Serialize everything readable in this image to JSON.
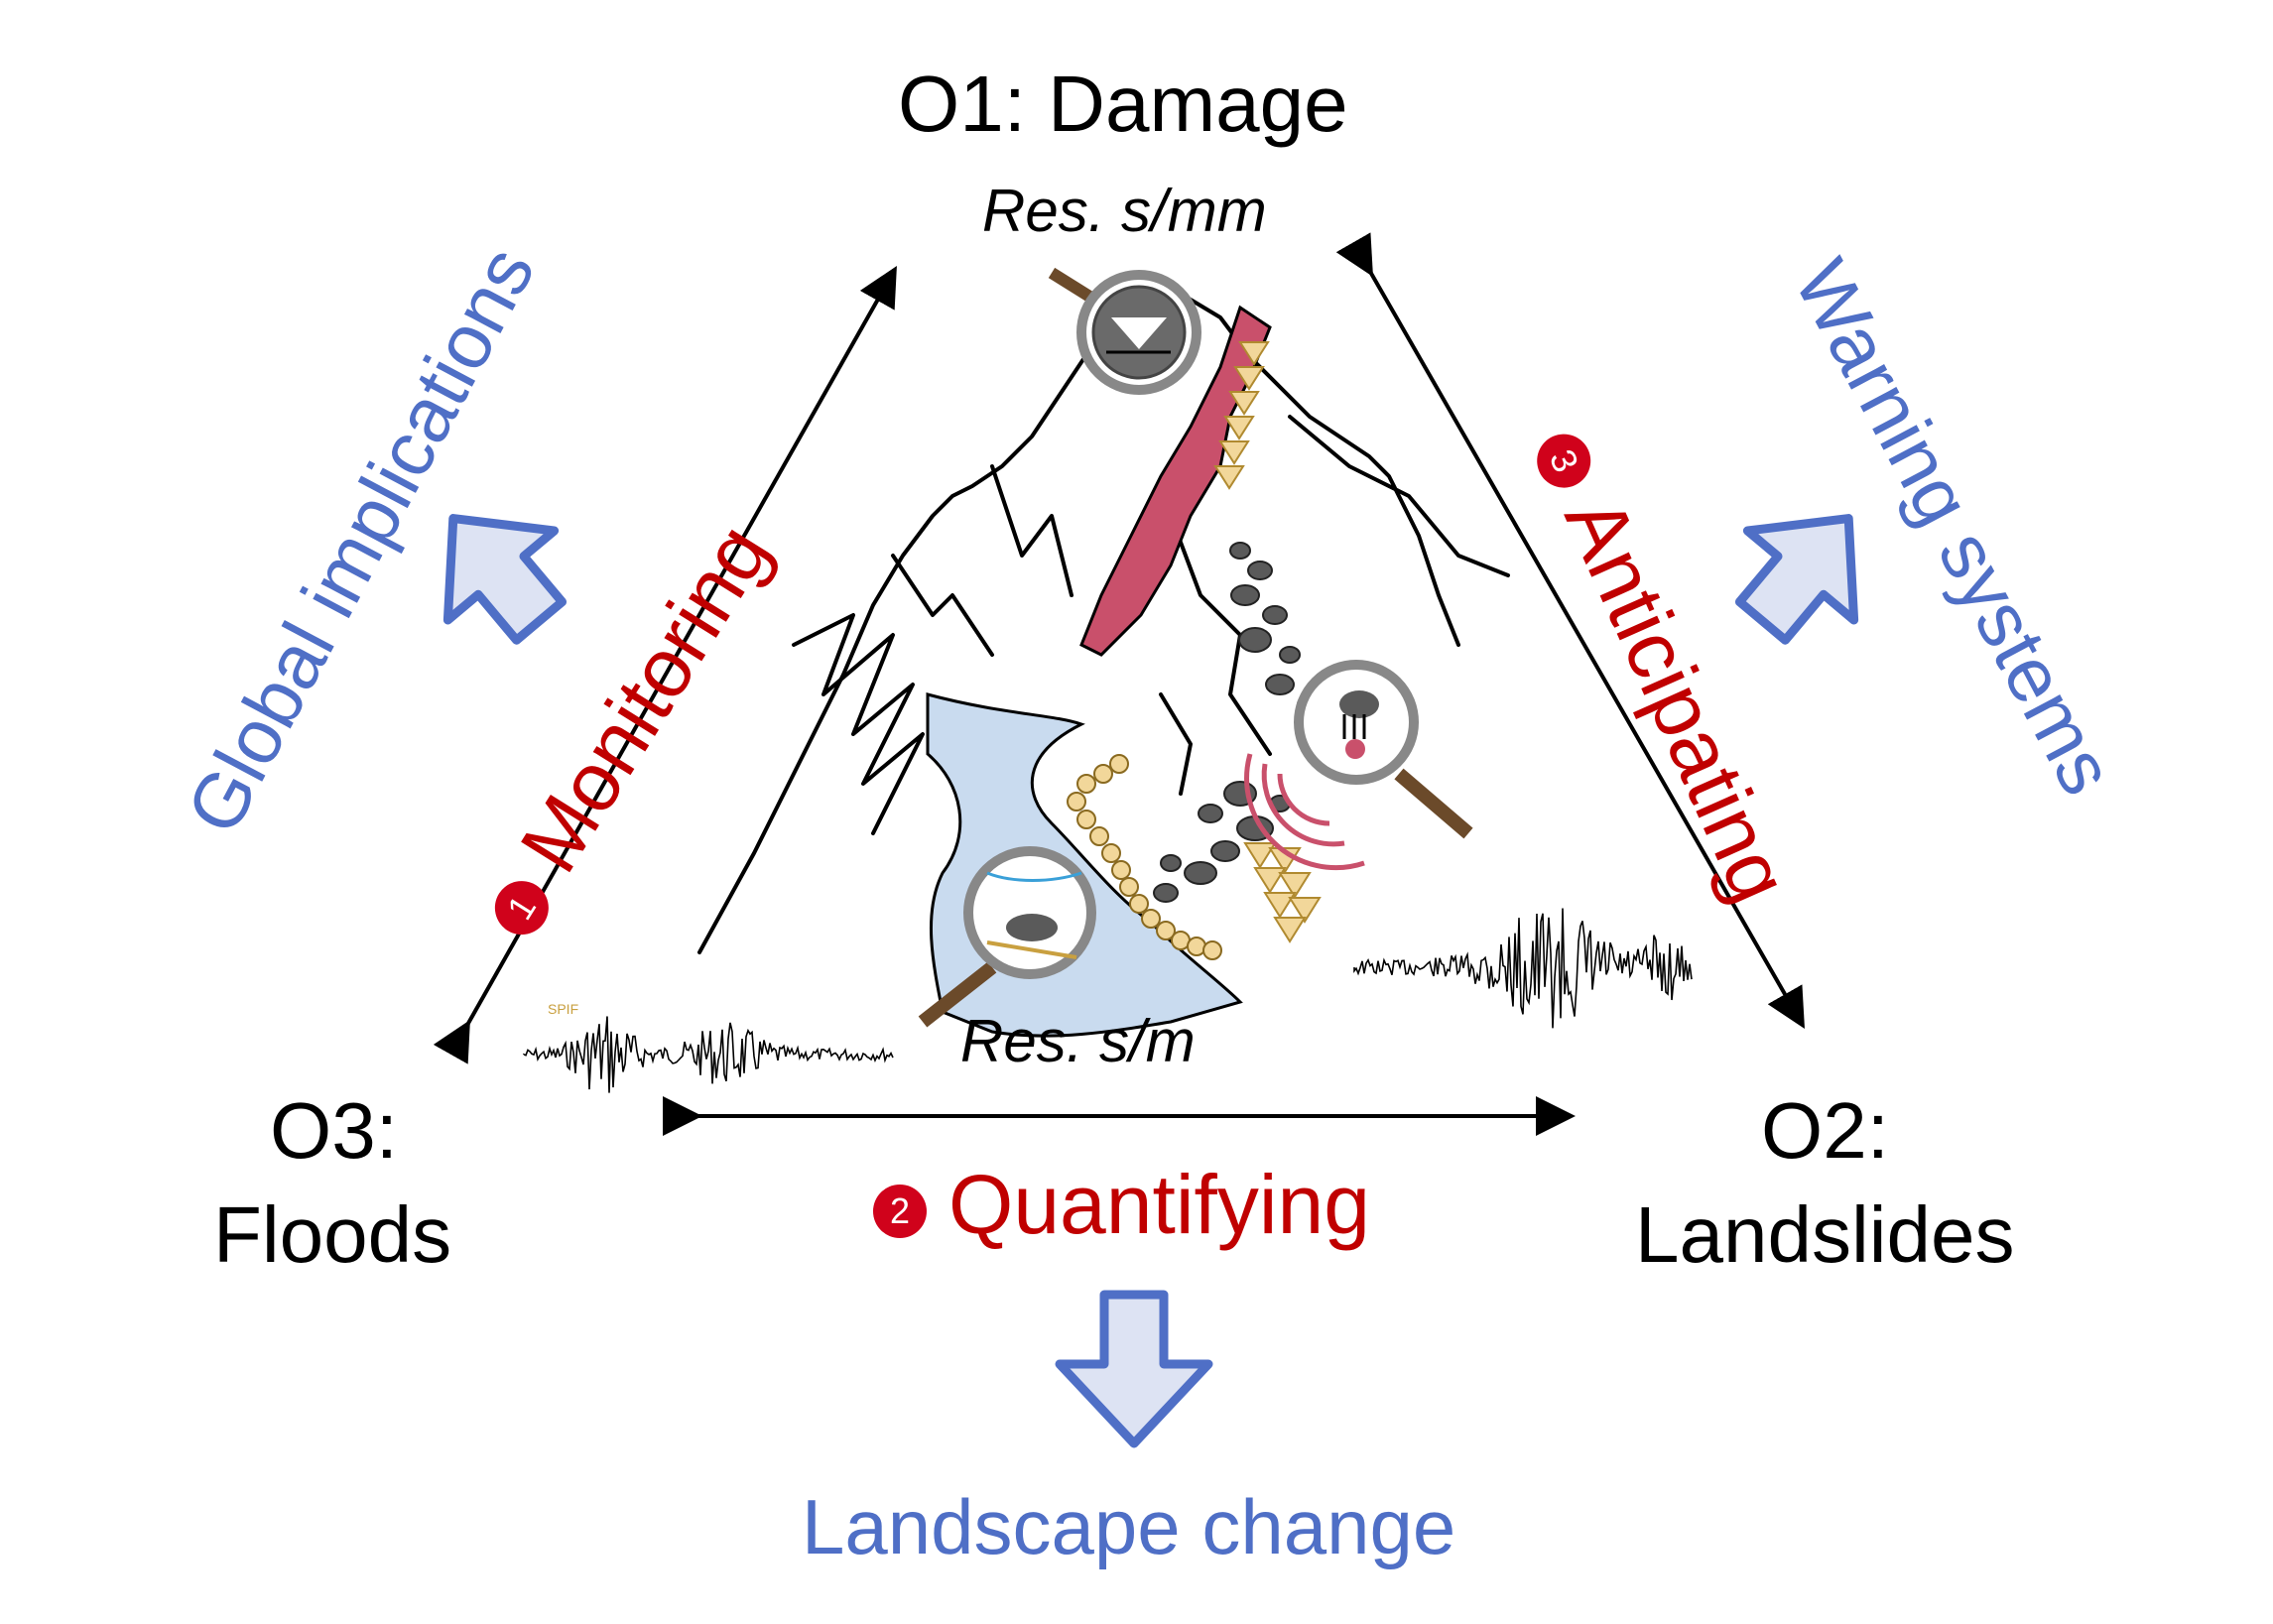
{
  "nodes": {
    "o1": {
      "title": "O1: Damage",
      "resolution": "Res. s/mm"
    },
    "o2": {
      "title_line1": "O2:",
      "title_line2": "Landslides"
    },
    "o3": {
      "title_line1": "O3:",
      "title_line2": "Floods"
    }
  },
  "resolution_bottom": "Res. s/m",
  "steps": [
    {
      "number": "1",
      "label": "Monitoring"
    },
    {
      "number": "2",
      "label": "Quantifying"
    },
    {
      "number": "3",
      "label": "Anticipating"
    }
  ],
  "implications": {
    "left": "Global implications",
    "right": "Warning systems",
    "bottom": "Landscape change"
  },
  "seismogram_tag": "SPIF",
  "colors": {
    "step_red": "#c00000",
    "badge_red": "#d0021b",
    "implication_blue": "#4f6fc6",
    "arrow_fill": "#dde3f3",
    "landslide_red": "#c9506b",
    "river_blue": "#c9dbef",
    "sensor_yellow": "#f2d79a"
  },
  "icons": [
    "magnifier-icon",
    "seismometer-icon",
    "geophone-triangle-icon",
    "seismogram-icon",
    "mountain-illustration"
  ]
}
